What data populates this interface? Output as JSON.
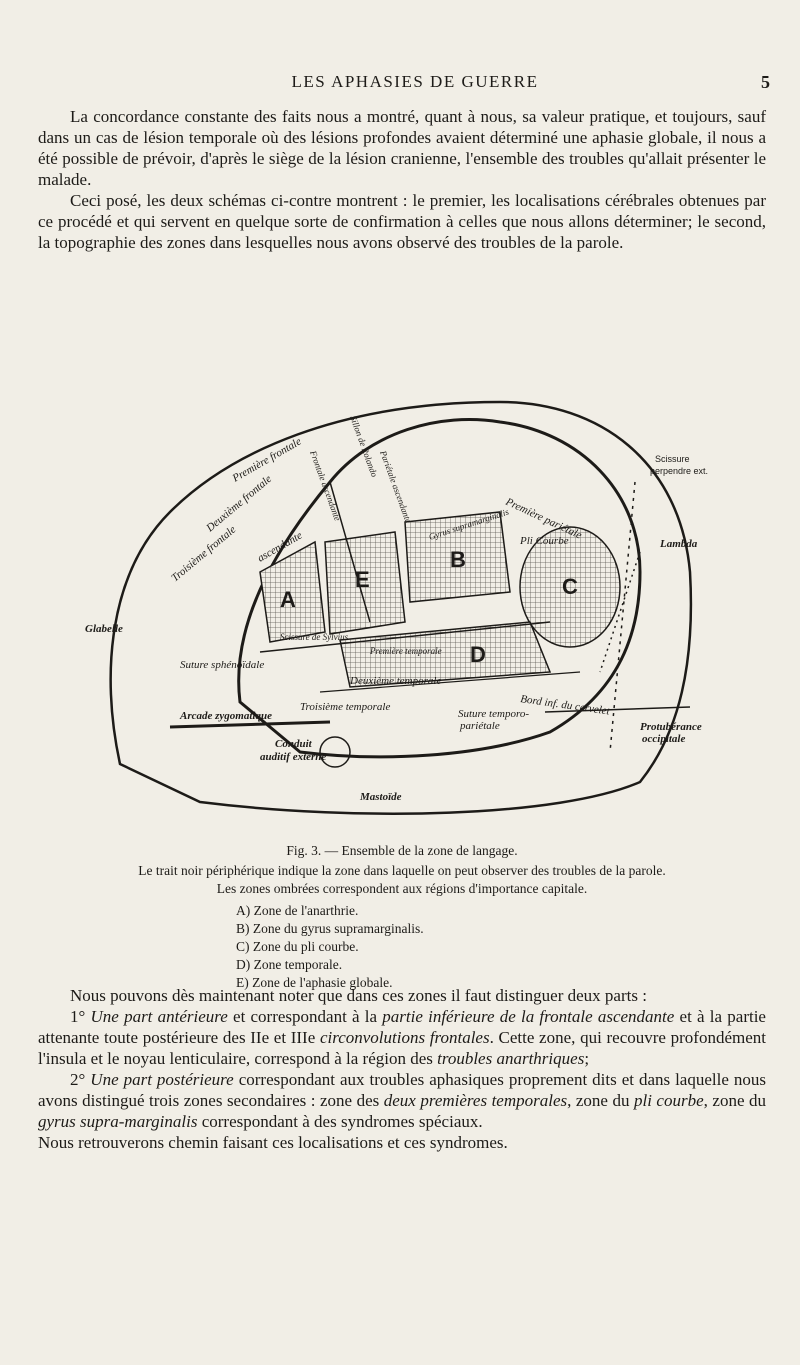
{
  "header": {
    "running_title": "LES APHASIES DE GUERRE",
    "page_number": "5"
  },
  "intro": {
    "p1": "La concordance constante des faits nous a montré, quant à nous, sa valeur pratique, et toujours, sauf dans un cas de lésion temporale où des lésions profondes avaient déterminé une aphasie globale, il nous a été possible de prévoir, d'après le siège de la lésion cranienne, l'ensemble des troubles qu'allait présenter le malade.",
    "p2": "Ceci posé, les deux schémas ci-contre montrent : le premier, les localisations cérébrales obtenues par ce procédé et qui servent en quelque sorte de confirmation à celles que nous allons déterminer; le second, la topographie des zones dans lesquelles nous avons observé des troubles de la parole."
  },
  "figure": {
    "labels": {
      "glabelle": "Glabelle",
      "suture_sphenoidale": "Suture sphénoïdale",
      "arcade": "Arcade zygomatique",
      "conduit": "Conduit",
      "auditif": "auditif externe",
      "mastoide": "Mastoïde",
      "scissure": "Scissure",
      "perpend": "perpendre ext.",
      "lambda": "Lambda",
      "protuberance": "Protubérance",
      "occipitale": "occipitale",
      "bord_inf": "Bord inf. du cervelet",
      "suture_temporo": "Suture temporo-",
      "parietale": "pariétale",
      "scissure_sylvius": "Scissure de Sylvius",
      "premiere_parietale": "Première pariétale",
      "pli_courbe": "Pli Courbe",
      "gyrus": "Gyrus supramarginalis",
      "deuxieme_temporale": "Deuxième temporale",
      "troisieme_temporale": "Troisième temporale",
      "premiere_temporale": "Première temporale",
      "troisieme_frontale": "Troisième frontale",
      "deuxieme_frontale": "Deuxième frontale",
      "premiere_frontale": "Première frontale",
      "ascendante": "ascendante",
      "frontale_asc": "Frontale ascendante",
      "parietale_asc": "Pariétale ascendante",
      "sillon_rolando": "Sillon de Rolando",
      "letter_a": "A",
      "letter_b": "B",
      "letter_c": "C",
      "letter_d": "D",
      "letter_e": "E"
    }
  },
  "caption": {
    "title": "Fig. 3. — Ensemble de la zone de langage.",
    "line1": "Le trait noir périphérique indique la zone dans laquelle on peut observer des troubles de la parole.",
    "line2": "Les zones ombrées correspondent aux régions d'importance capitale.",
    "legend": [
      "A) Zone de l'anarthrie.",
      "B) Zone du gyrus supramarginalis.",
      "C) Zone du pli courbe.",
      "D) Zone temporale.",
      "E) Zone de l'aphasie globale."
    ]
  },
  "discussion": {
    "p1": "Nous pouvons dès maintenant noter que dans ces zones il faut distinguer deux parts :",
    "p2_num": "1°",
    "p2_a": "Une part antérieure",
    "p2_b": " et correspondant à la ",
    "p2_c": "partie inférieure de la frontale ascendante",
    "p2_d": " et à la partie attenante toute postérieure des IIe et IIIe ",
    "p2_e": "circonvolutions frontales",
    "p2_f": ". Cette zone, qui recouvre profondément l'insula et le noyau lenticulaire, correspond à la région des ",
    "p2_g": "troubles anarthriques",
    "p2_h": ";",
    "p3_num": "2°",
    "p3_a": "Une part postérieure",
    "p3_b": " correspondant aux troubles aphasiques proprement dits et dans laquelle nous avons distingué trois zones secondaires : zone des ",
    "p3_c": "deux premières temporales",
    "p3_d": ", zone du ",
    "p3_e": "pli courbe",
    "p3_f": ", zone du ",
    "p3_g": "gyrus supra-marginalis",
    "p3_h": " correspondant à des syndromes spéciaux.",
    "p4": "Nous retrouverons chemin faisant ces localisations et ces syndromes."
  }
}
